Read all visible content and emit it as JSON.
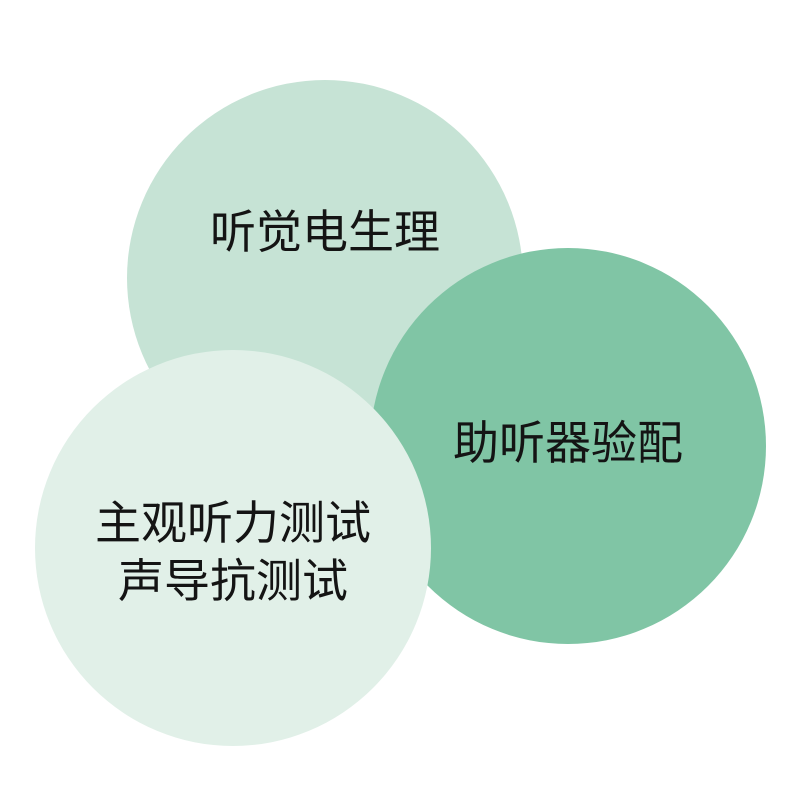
{
  "diagram": {
    "circles": [
      {
        "id": "top",
        "label": "听觉电生理",
        "color": "#c6e3d5"
      },
      {
        "id": "right",
        "label": "助听器验配",
        "color": "#80c5a5"
      },
      {
        "id": "bottom",
        "lines": [
          "主观听力测试",
          "声导抗测试"
        ],
        "color": "#e1f0e8"
      }
    ]
  }
}
